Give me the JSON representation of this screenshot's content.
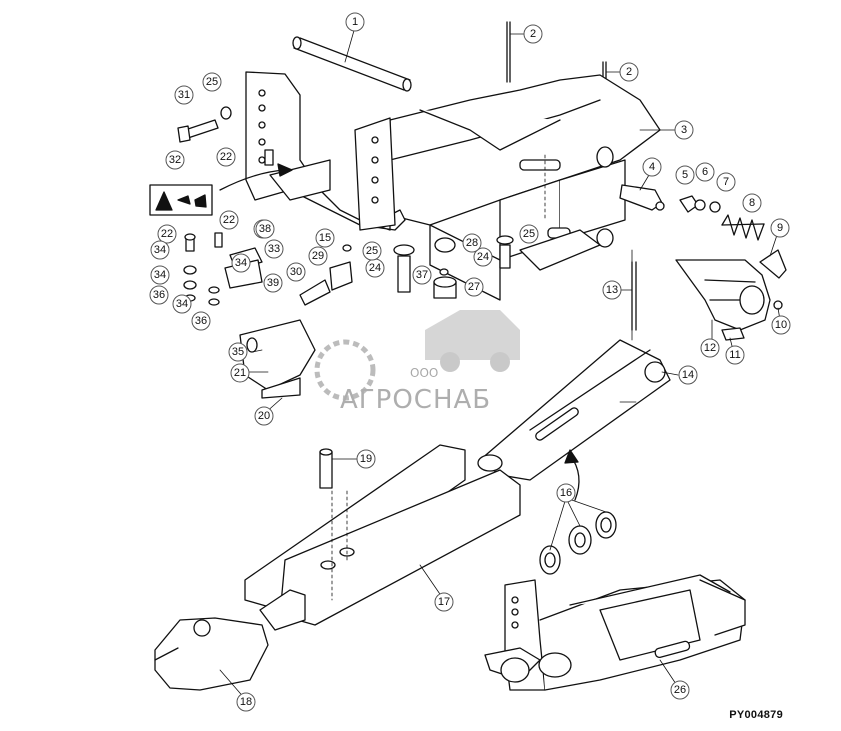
{
  "figure_code": "PY004879",
  "watermark": {
    "prefix": "ООО",
    "name": "АГРОСНАБ"
  },
  "callouts": [
    "1",
    "2",
    "2",
    "3",
    "4",
    "5",
    "6",
    "7",
    "8",
    "9",
    "10",
    "11",
    "12",
    "13",
    "14",
    "15",
    "16",
    "17",
    "18",
    "19",
    "20",
    "21",
    "22",
    "22",
    "22",
    "23",
    "24",
    "24",
    "25",
    "25",
    "25",
    "26",
    "27",
    "28",
    "29",
    "30",
    "31",
    "32",
    "33",
    "34",
    "34",
    "34",
    "34",
    "35",
    "36",
    "36",
    "37",
    "38",
    "39"
  ]
}
